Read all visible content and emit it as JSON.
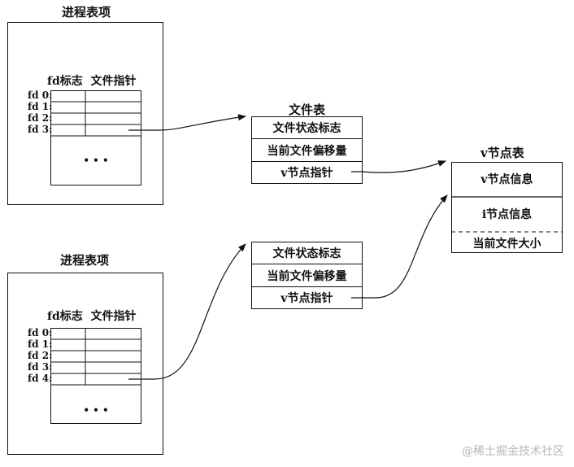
{
  "process_top": {
    "title": "进程表项",
    "header": "fd标志  文件指针",
    "fds": [
      "fd 0:",
      "fd 1:",
      "fd 2:",
      "fd 3:"
    ],
    "ellipsis": "• • •"
  },
  "process_bottom": {
    "title": "进程表项",
    "header": "fd标志  文件指针",
    "fds": [
      "fd 0:",
      "fd 1:",
      "fd 2:",
      "fd 3:",
      "fd 4:"
    ],
    "ellipsis": "• • •"
  },
  "file_table_top": {
    "title": "文件表",
    "rows": [
      "文件状态标志",
      "当前文件偏移量",
      "v节点指针"
    ]
  },
  "file_table_bottom": {
    "rows": [
      "文件状态标志",
      "当前文件偏移量",
      "v节点指针"
    ]
  },
  "vnode_table": {
    "title": "v节点表",
    "rows": [
      "v节点信息",
      "i节点信息",
      "当前文件大小"
    ]
  },
  "watermark": "@稀土掘金技术社区"
}
